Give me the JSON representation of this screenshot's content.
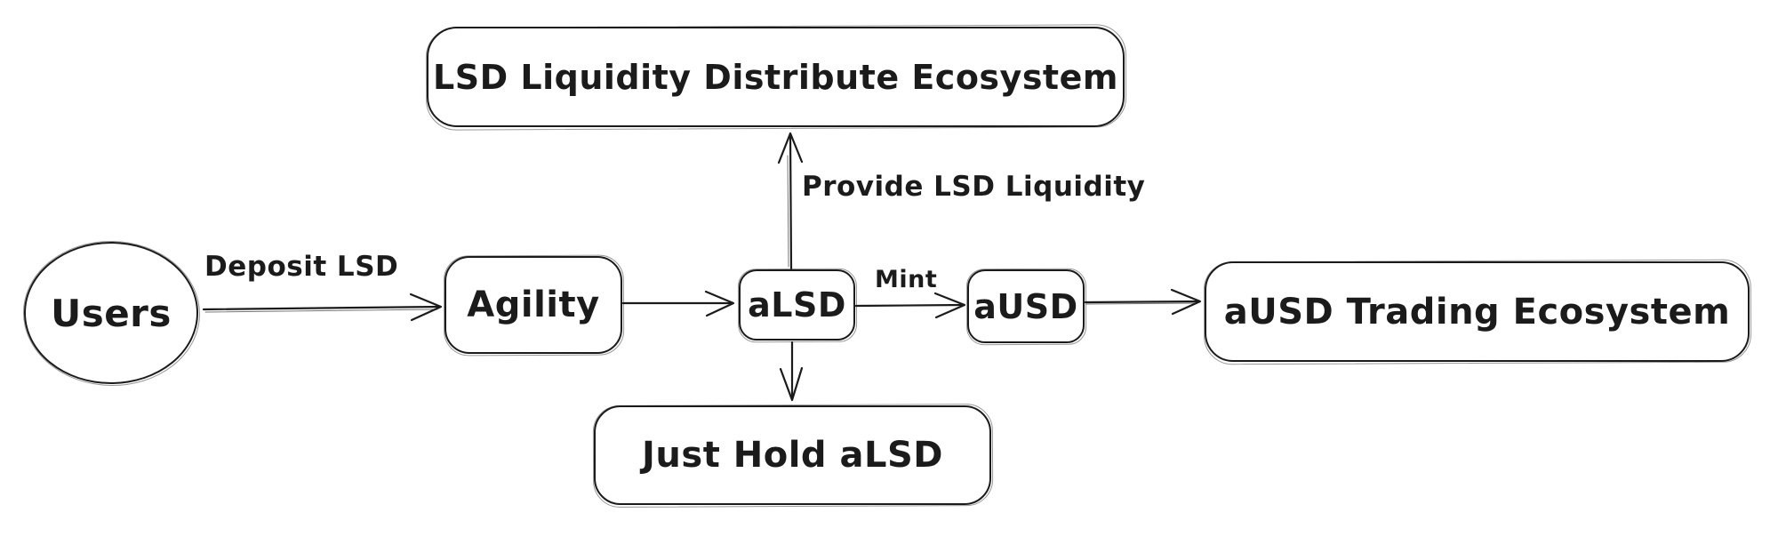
{
  "canvas": {
    "background": "#ffffff",
    "stroke_color": "#1b1b1b"
  },
  "nodes": {
    "lsd_ecosystem": {
      "label": "LSD Liquidity Distribute Ecosystem",
      "shape": "rounded-rect"
    },
    "users": {
      "label": "Users",
      "shape": "ellipse"
    },
    "agility": {
      "label": "Agility",
      "shape": "rounded-rect"
    },
    "alsd": {
      "label": "aLSD",
      "shape": "rounded-rect"
    },
    "ausd": {
      "label": "aUSD",
      "shape": "rounded-rect"
    },
    "trading_ecosystem": {
      "label": "aUSD Trading Ecosystem",
      "shape": "rounded-rect"
    },
    "just_hold": {
      "label": "Just Hold aLSD",
      "shape": "rounded-rect"
    }
  },
  "edges": {
    "users_to_agility": {
      "from": "Users",
      "to": "Agility",
      "label": "Deposit LSD",
      "direction": "right"
    },
    "agility_to_alsd": {
      "from": "Agility",
      "to": "aLSD",
      "direction": "right"
    },
    "alsd_to_lsd_ecosystem": {
      "from": "aLSD",
      "to": "LSD Liquidity Distribute Ecosystem",
      "label": "Provide LSD Liquidity",
      "direction": "up"
    },
    "alsd_to_just_hold": {
      "from": "aLSD",
      "to": "Just Hold aLSD",
      "direction": "down"
    },
    "alsd_to_ausd": {
      "from": "aLSD",
      "to": "aUSD",
      "label": "Mint",
      "direction": "right"
    },
    "ausd_to_trading": {
      "from": "aUSD",
      "to": "aUSD Trading Ecosystem",
      "direction": "right"
    }
  }
}
